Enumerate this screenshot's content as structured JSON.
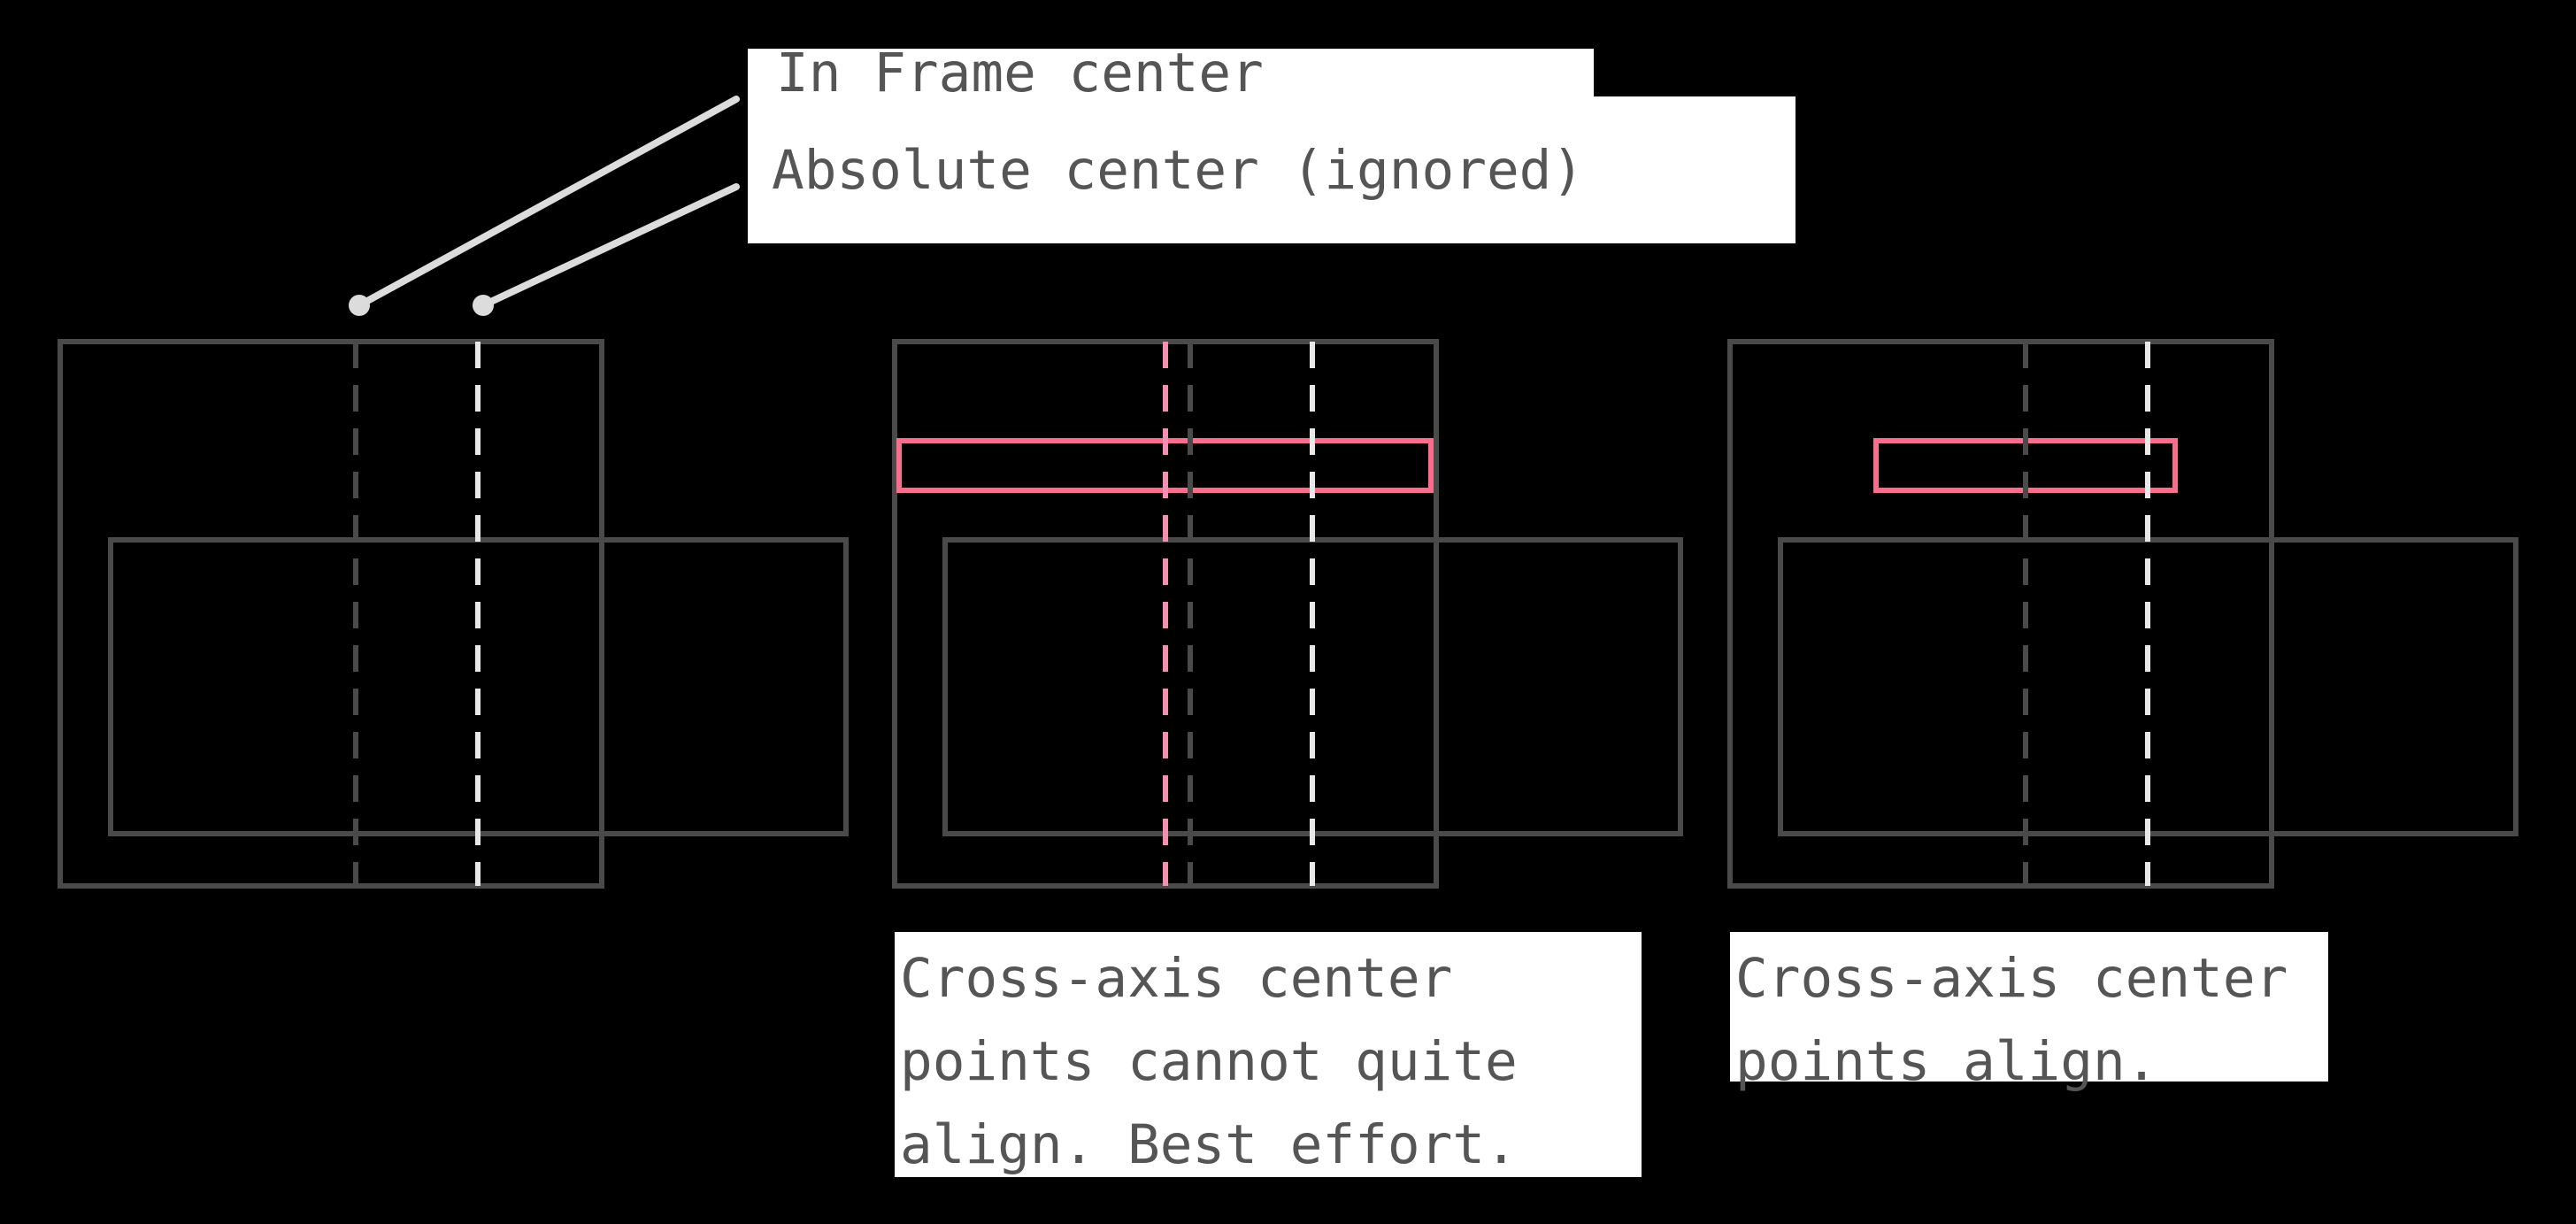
{
  "background": "#000000",
  "colors": {
    "background": "#000000",
    "frame-stroke": "#4a4a4a",
    "guide-inframe": "#4a4a4a",
    "guide-absolute": "#e8e8e8",
    "guide-frame": "#f28fb2",
    "child-stroke": "#fb6d8d",
    "leader": "#dcdcdc",
    "label-bg": "#ffffff",
    "label-text": "#555555"
  },
  "annotations": {
    "in_frame_center": {
      "label": "In Frame center"
    },
    "absolute_center": {
      "label": "Absolute center (ignored)"
    }
  },
  "captions": {
    "middle": {
      "text": "Cross-axis center points cannot quite align. Best effort."
    },
    "right": {
      "text": "Cross-axis center points align."
    }
  }
}
